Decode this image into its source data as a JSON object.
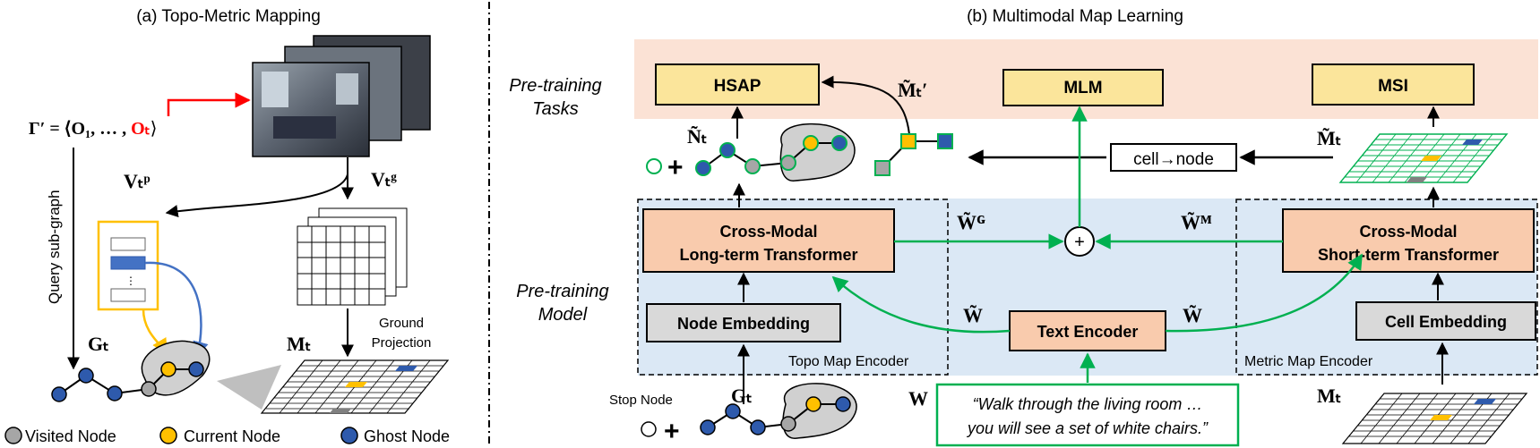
{
  "panel_a": {
    "title": "(a) Topo-Metric Mapping",
    "obs_sequence": "Γ′ = ⟨O₁, … , ",
    "obs_current": "Oₜ",
    "obs_close": "⟩",
    "query": "Query sub-graph",
    "vp": "Vₜᵖ",
    "vg": "Vₜᵍ",
    "gt": "Gₜ",
    "mt": "Mₜ",
    "ground_projection_1": "Ground",
    "ground_projection_2": "Projection",
    "legend": {
      "visited": "Visited Node",
      "current": "Current Node",
      "ghost": "Ghost Node"
    }
  },
  "panel_b": {
    "title": "(b) Multimodal Map Learning",
    "pretraining_tasks_1": "Pre-training",
    "pretraining_tasks_2": "Tasks",
    "pretraining_model_1": "Pre-training",
    "pretraining_model_2": "Model",
    "task_hsap": "HSAP",
    "task_mlm": "MLM",
    "task_msi": "MSI",
    "n_tilde": "Ñₜ",
    "m_tilde_prime": "M̃ₜ′",
    "m_tilde": "M̃ₜ",
    "cell_to_node": "cell→node",
    "long_term_1": "Cross-Modal",
    "long_term_2": "Long-term Transformer",
    "short_term_1": "Cross-Modal",
    "short_term_2": "Short-term Transformer",
    "wg": "W̃ᴳ",
    "wm": "W̃ᴹ",
    "plus": "+",
    "w_left": "W̃",
    "w_right": "W̃",
    "node_embedding": "Node Embedding",
    "cell_embedding": "Cell Embedding",
    "text_encoder": "Text Encoder",
    "topo_encoder": "Topo Map Encoder",
    "metric_encoder": "Metric Map Encoder",
    "stop_node": "Stop Node",
    "gt": "Gₜ",
    "w": "W",
    "mt": "Mₜ",
    "instruction_1": "“Walk through the living room …",
    "instruction_2": "you will see a set of white chairs.”"
  },
  "colors": {
    "red": "#ff0000",
    "green": "#00b050",
    "yellow_box": "#fbe59b",
    "salmon_box": "#f9cbad",
    "blue_node": "#2e5aac",
    "gold_node": "#ffc000",
    "gray_node": "#a6a6a6",
    "task_band": "#fbe2d5",
    "encoder_band": "#dbe8f5"
  }
}
